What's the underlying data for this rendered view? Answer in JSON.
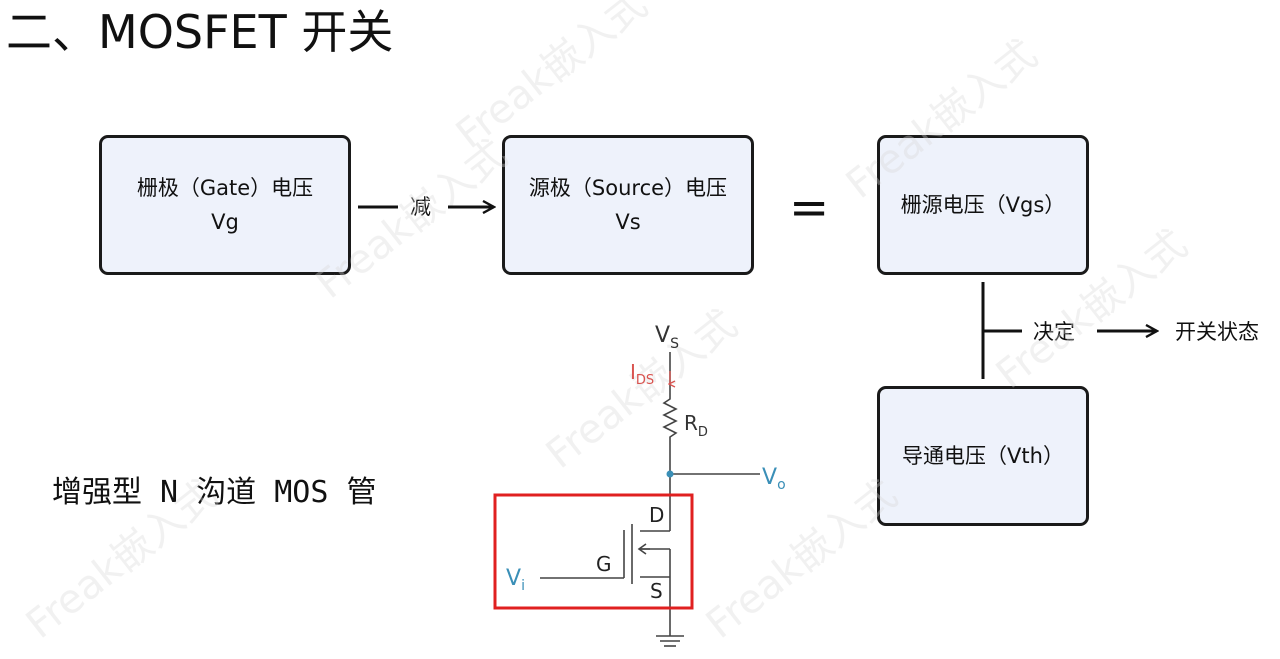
{
  "title": "二、MOSFET 开关",
  "watermark": "Freak嵌入式",
  "flow": {
    "gate_box": {
      "line1": "栅极（Gate）电压",
      "line2": "Vg"
    },
    "minus_label": "减",
    "source_box": {
      "line1": "源极（Source）电压",
      "line2": "Vs"
    },
    "equals_sign": "=",
    "vgs_box": {
      "line1": "栅源电压（Vgs）"
    },
    "decides_label": "决定",
    "result_label": "开关状态",
    "vth_box": {
      "line1": "导通电压（Vth）"
    }
  },
  "circuit": {
    "caption": "增强型 N 沟道 MOS 管",
    "vs_label": {
      "main": "V",
      "sub": "S"
    },
    "ids_label": {
      "main": "I",
      "sub": "DS"
    },
    "rd_label": {
      "main": "R",
      "sub": "D"
    },
    "vo_label": {
      "main": "V",
      "sub": "o"
    },
    "vi_label": {
      "main": "V",
      "sub": "i"
    },
    "drain_label": "D",
    "gate_label": "G",
    "source_label": "S"
  },
  "colors": {
    "box_fill": "#eef2fb",
    "box_border": "#1a1a1a",
    "highlight_frame": "#e02020",
    "current_label": "#d9534f",
    "signal_label": "#3a8fb7"
  }
}
